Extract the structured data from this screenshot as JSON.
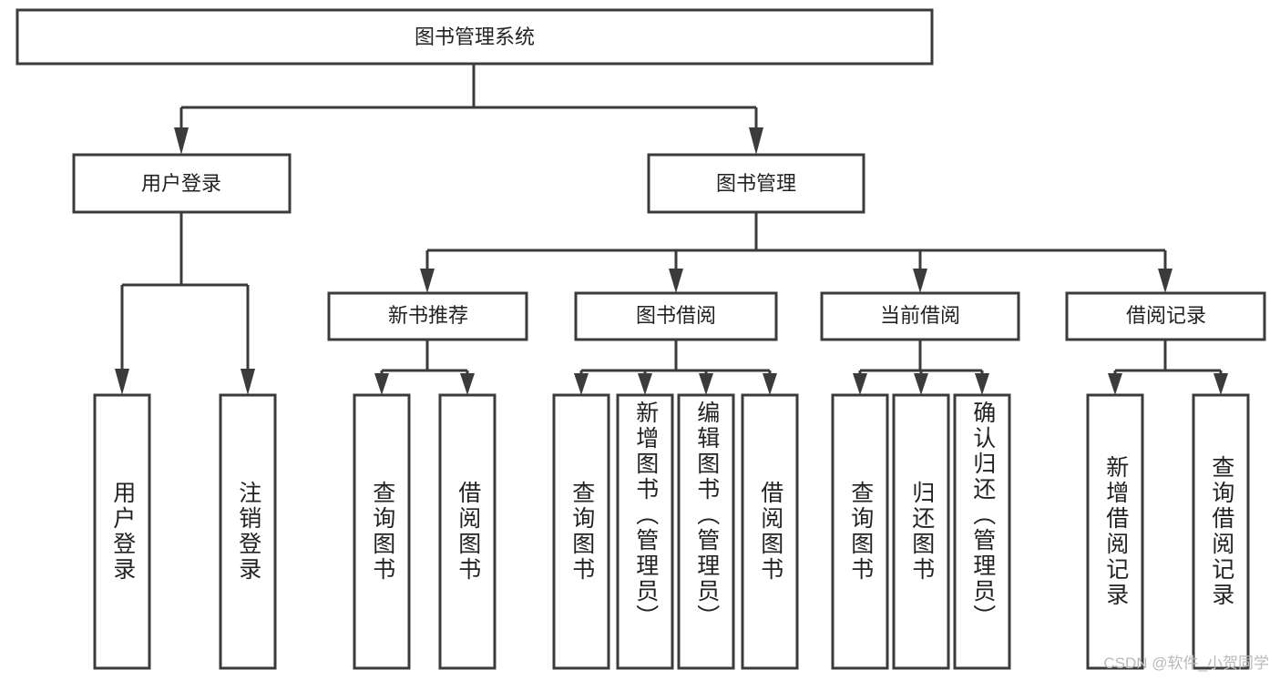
{
  "diagram": {
    "title": "图书管理系统",
    "type": "hierarchy-tree",
    "orientation": "top-down",
    "colors": {
      "box_fill": "#ffffff",
      "box_stroke": "#3b3b3b",
      "text": "#222222",
      "background": "#ffffff",
      "watermark": "#b9b9b9"
    },
    "root": {
      "label": "图书管理系统"
    },
    "level1": [
      {
        "label": "用户登录"
      },
      {
        "label": "图书管理"
      }
    ],
    "level2": [
      {
        "label": "新书推荐"
      },
      {
        "label": "图书借阅"
      },
      {
        "label": "当前借阅"
      },
      {
        "label": "借阅记录"
      }
    ],
    "leaves": {
      "user_login": [
        {
          "label": "用户登录"
        },
        {
          "label": "注销登录"
        }
      ],
      "new_book_recommend": [
        {
          "label": "查询图书"
        },
        {
          "label": "借阅图书"
        }
      ],
      "book_borrow": [
        {
          "label": "查询图书"
        },
        {
          "label": "新增图书（管理员）"
        },
        {
          "label": "编辑图书（管理员）"
        },
        {
          "label": "借阅图书"
        }
      ],
      "current_borrow": [
        {
          "label": "查询图书"
        },
        {
          "label": "归还图书"
        },
        {
          "label": "确认归还（管理员）"
        }
      ],
      "borrow_record": [
        {
          "label": "新增借阅记录"
        },
        {
          "label": "查询借阅记录"
        }
      ]
    }
  },
  "watermark": {
    "text": "CSDN @软件_小贺同学"
  }
}
